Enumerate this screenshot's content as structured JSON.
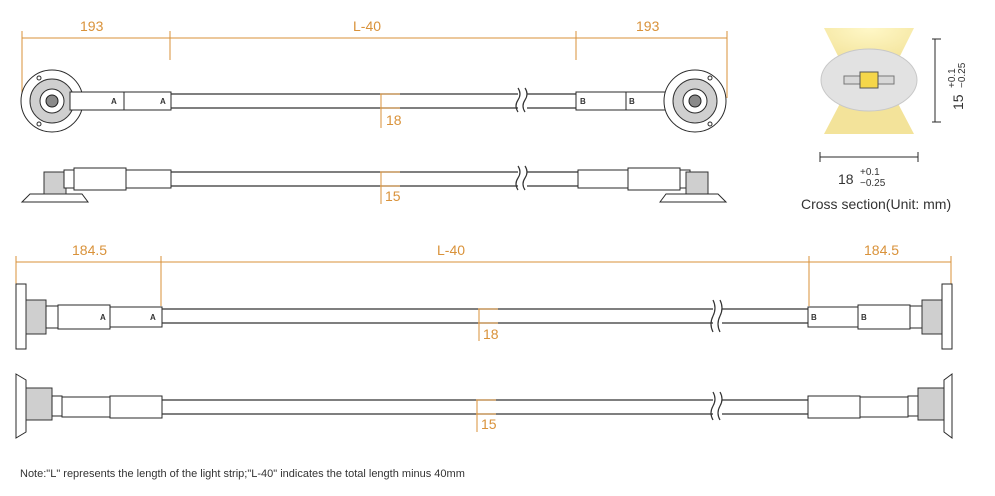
{
  "top_view": {
    "dim_left": "193",
    "dim_mid": "L-40",
    "dim_right": "193",
    "width_label": "18",
    "marker_a": "A",
    "marker_b": "B"
  },
  "side_view": {
    "height_label": "15"
  },
  "bottom_top_view": {
    "dim_left": "184.5",
    "dim_mid": "L-40",
    "dim_right": "184.5",
    "width_label": "18",
    "marker_a": "A",
    "marker_b": "B"
  },
  "bottom_side_view": {
    "height_label": "15"
  },
  "cross_section": {
    "height_main": "15",
    "height_tol_plus": "+0.1",
    "height_tol_minus": "−0.25",
    "width_main": "18",
    "width_tol_plus": "+0.1",
    "width_tol_minus": "−0.25",
    "caption": "Cross section(Unit: mm)",
    "glow_color": "#f6e79a",
    "led_color": "#f5d64a"
  },
  "colors": {
    "dimension": "#d9923a",
    "outline": "#2a2a2a"
  },
  "note": "Note:\"L\" represents the length of the light strip;\"L-40\" indicates the total length minus 40mm"
}
